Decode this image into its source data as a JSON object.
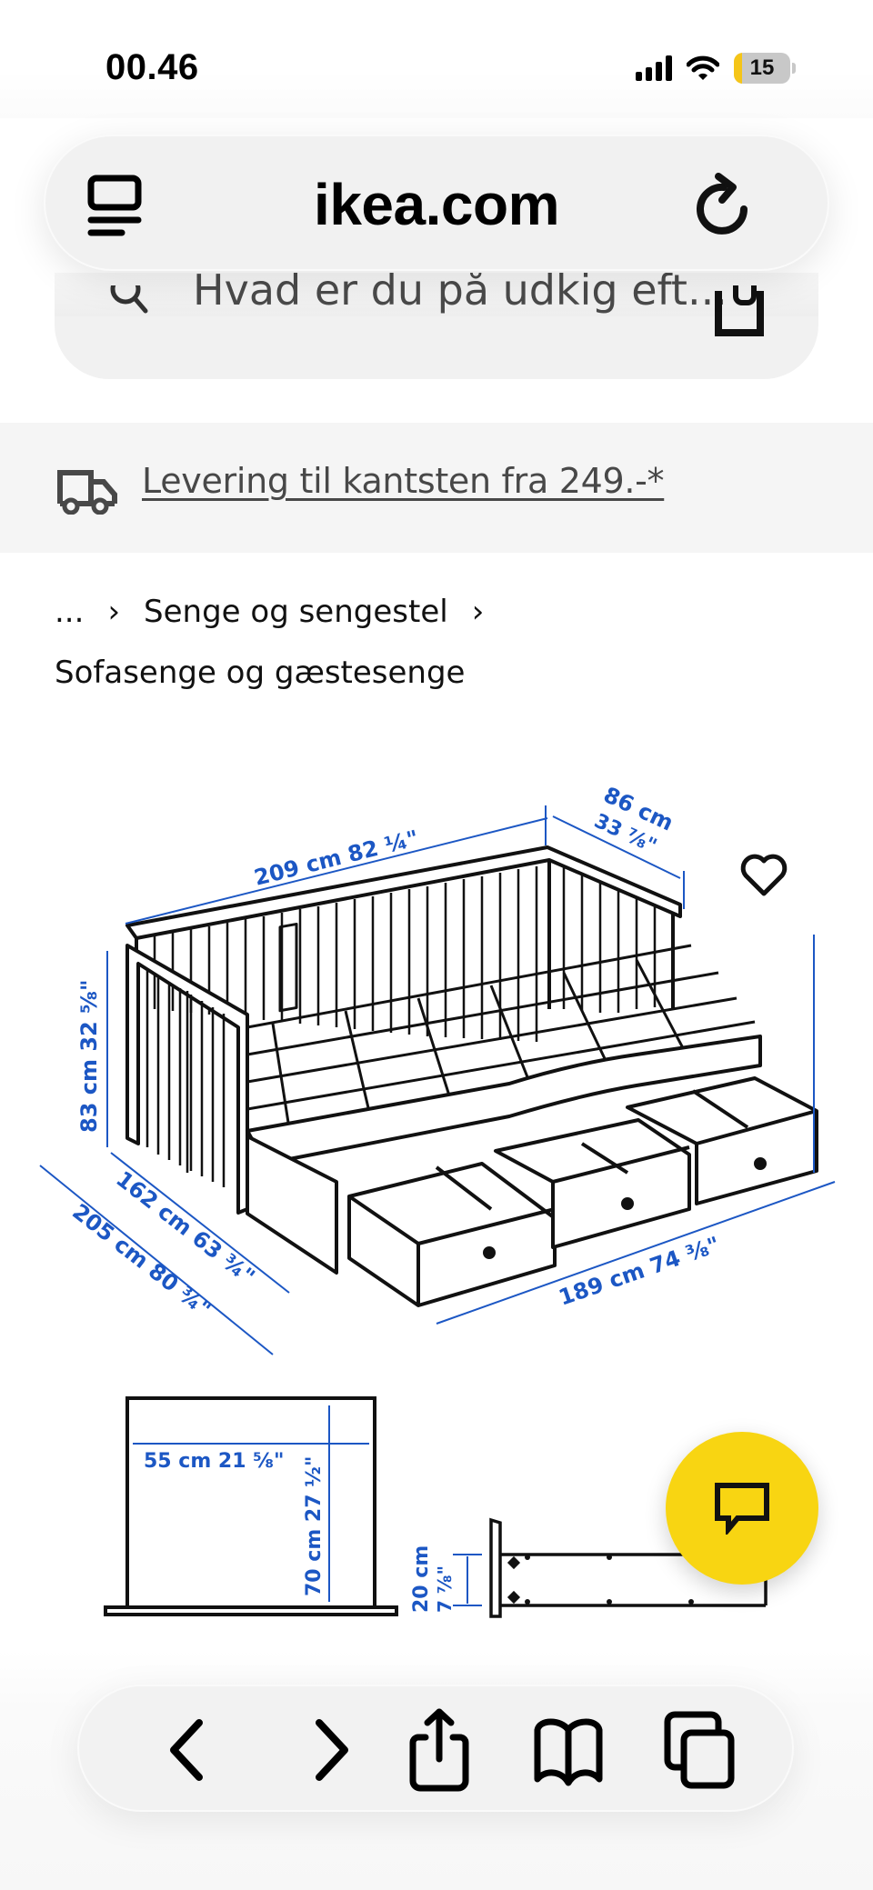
{
  "status_bar": {
    "time": "00.46",
    "battery_level": "15",
    "icons": [
      "cellular-signal-icon",
      "wifi-icon",
      "battery-icon"
    ]
  },
  "browser": {
    "url": "ikea.com",
    "left_icon": "reader-mode-icon",
    "right_icon": "reload-icon"
  },
  "search": {
    "placeholder": "Hvad er du på udkig eft...",
    "icon": "search-icon",
    "camera_icon": "visual-search-icon"
  },
  "delivery_banner": {
    "icon": "truck-icon",
    "text": "Levering til kantsten fra 249.-*"
  },
  "breadcrumb": {
    "ellipsis": "...",
    "separator": "›",
    "items": [
      "Senge og sengestel",
      "Sofasenge og gæstesenge"
    ]
  },
  "product_image": {
    "description": "Daybed dimension drawing with 3 drawers",
    "dimension_color": "#1C57C4",
    "dimensions": {
      "length": "209 cm 82 ¼\"",
      "depth": "86 cm",
      "depth_in": "33 ⅞\"",
      "height": "83 cm 32 ⅝\"",
      "width_closed": "162 cm 63 ¾\"",
      "width_open": "205 cm 80 ¾\"",
      "mattress_length": "189 cm 74 ⅜\"",
      "drawer_width": "55 cm 21 ⅝\"",
      "drawer_depth": "70 cm 27 ½\"",
      "drawer_height": "20 cm",
      "drawer_height_in": "7 ⅞\""
    }
  },
  "actions": {
    "favorite_icon": "heart-icon",
    "chat_icon": "chat-bubble-icon",
    "chat_color": "#F8D512"
  },
  "toolbar": {
    "buttons": [
      "back-icon",
      "forward-icon",
      "share-icon",
      "bookmarks-icon",
      "tabs-icon"
    ]
  }
}
